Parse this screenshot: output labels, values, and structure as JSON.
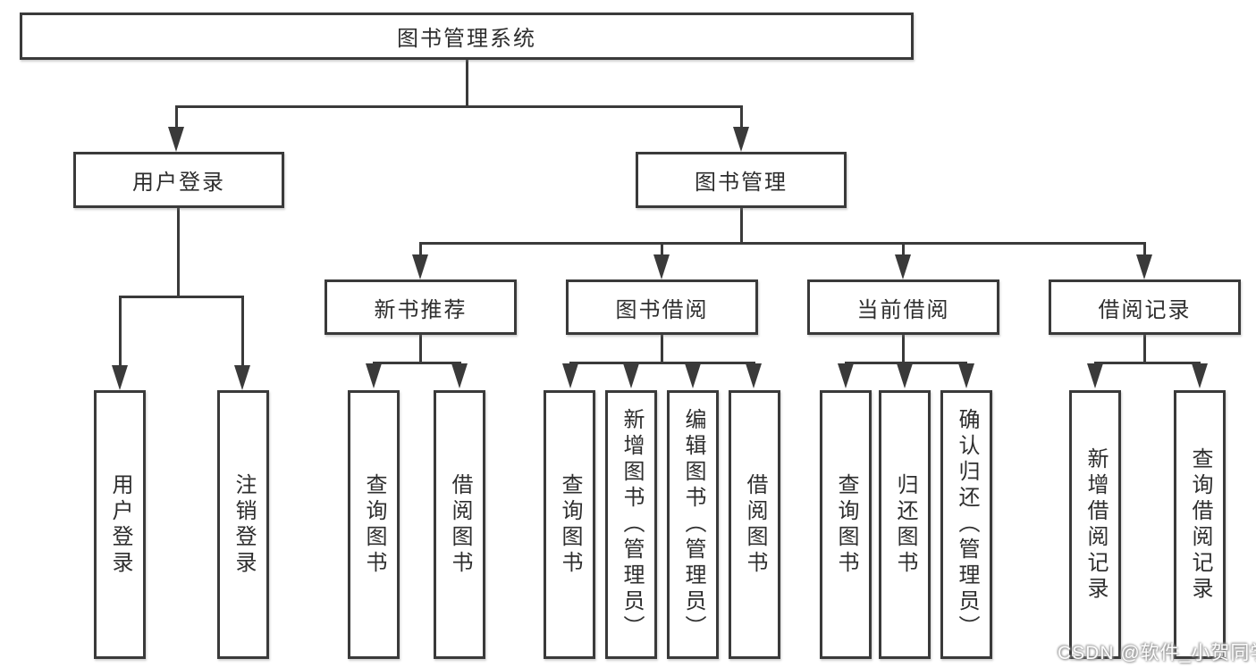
{
  "nodes": {
    "root": "图书管理系统",
    "user_login": "用户登录",
    "book_mgmt": "图书管理",
    "new_books": "新书推荐",
    "book_borrow": "图书借阅",
    "current_borrow": "当前借阅",
    "borrow_records": "借阅记录",
    "leaf_login": "用户登录",
    "leaf_logout": "注销登录",
    "leaf_nb_query": "查询图书",
    "leaf_nb_borrow": "借阅图书",
    "leaf_bb_query": "查询图书",
    "leaf_bb_add": "新增图书（管理员）",
    "leaf_bb_edit": "编辑图书（管理员）",
    "leaf_bb_borrow": "借阅图书",
    "leaf_cb_query": "查询图书",
    "leaf_cb_return": "归还图书",
    "leaf_cb_confirm": "确认归还（管理员）",
    "leaf_br_add": "新增借阅记录",
    "leaf_br_query": "查询借阅记录"
  },
  "watermark": {
    "text": "CSDN @软件_小贺同学"
  },
  "colors": {
    "line": "#3a3a3a",
    "text": "#2e2e2e",
    "background": "#ffffff"
  }
}
